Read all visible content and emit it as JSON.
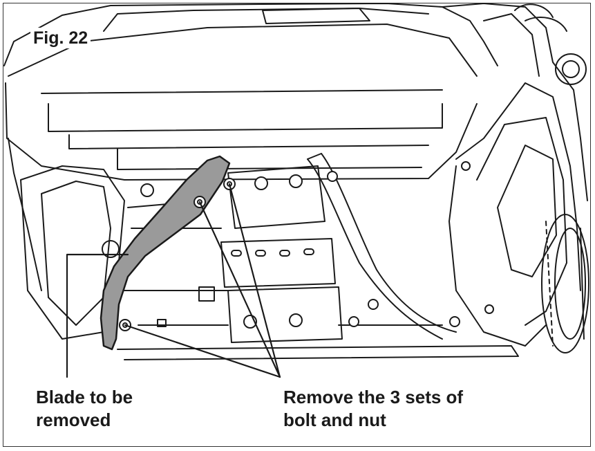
{
  "figure": {
    "label": "Fig. 22"
  },
  "callouts": {
    "blade": {
      "line1": "Blade to be",
      "line2": "removed"
    },
    "bolts": {
      "line1": "Remove the 3 sets of",
      "line2": "bolt and nut"
    }
  },
  "colors": {
    "line": "#1a1a1a",
    "blade_fill": "#9a9a9a",
    "background": "#ffffff"
  }
}
